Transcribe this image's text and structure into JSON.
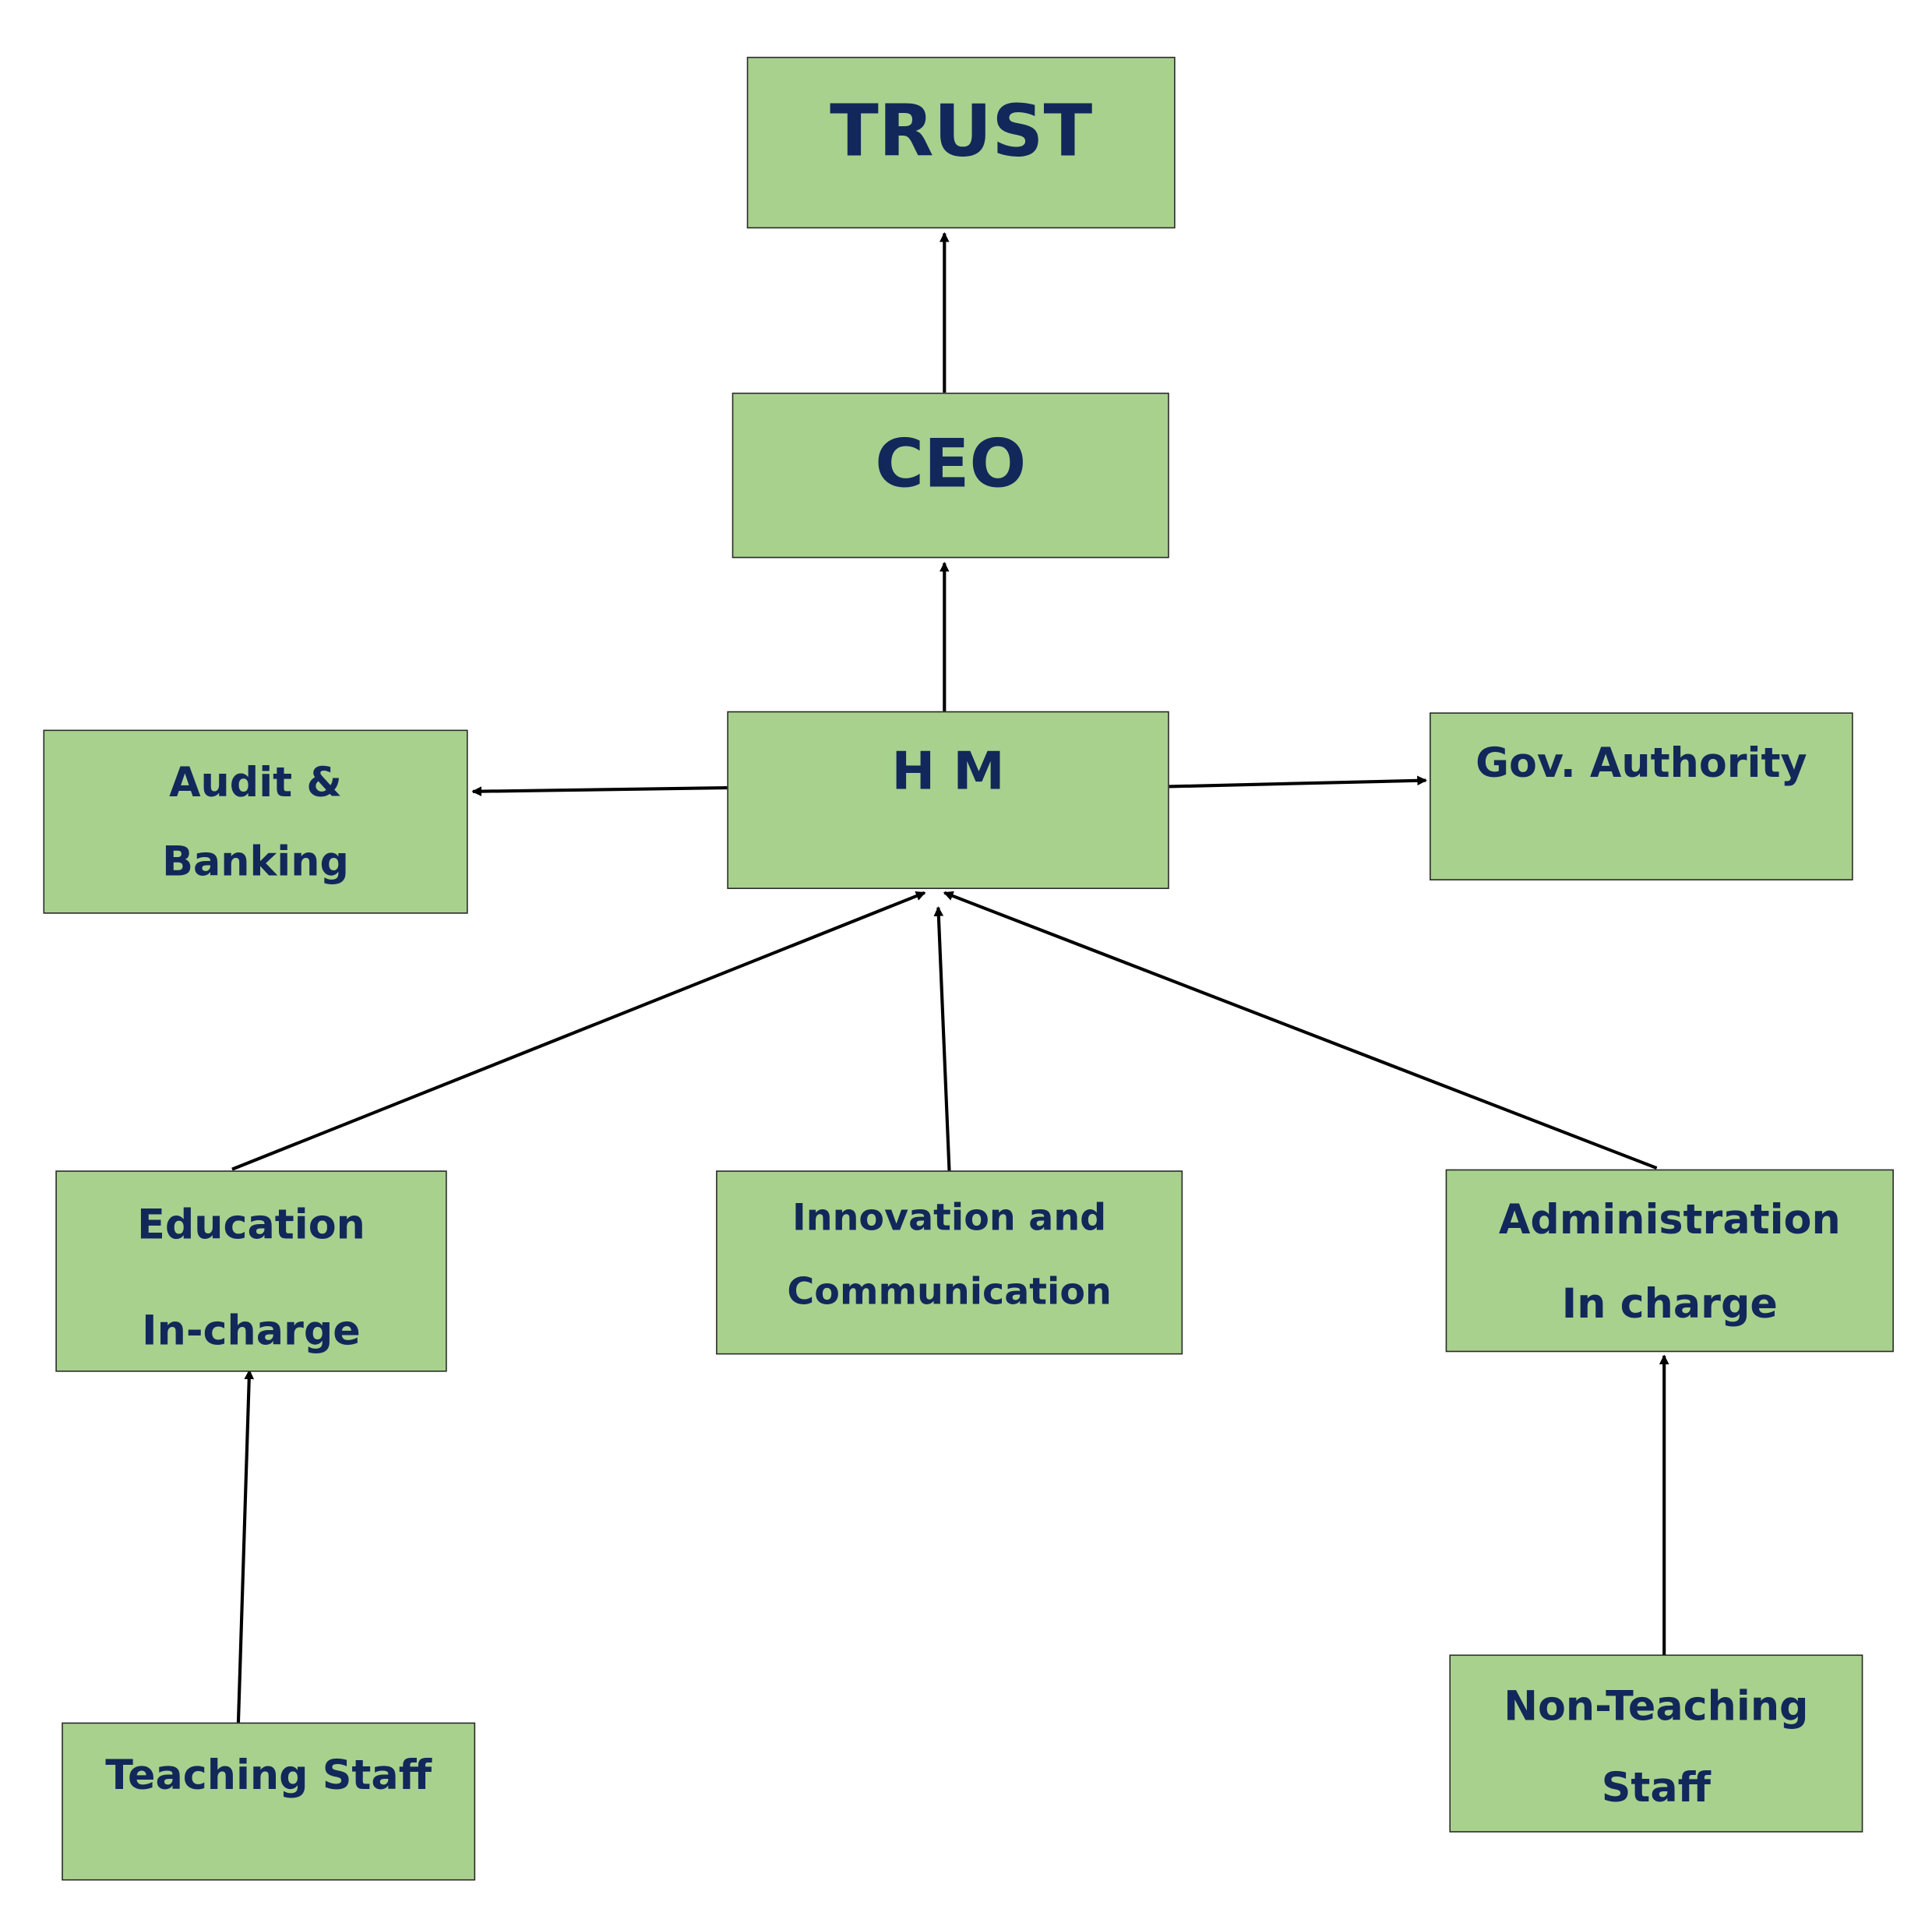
{
  "nodes": {
    "trust": "TRUST",
    "ceo": "CEO",
    "hm": "H M",
    "audit": [
      "Audit &",
      "Banking"
    ],
    "gov": "Gov. Authority",
    "education": [
      "Education",
      "In-charge"
    ],
    "innovation": [
      "Innovation and",
      "Communication"
    ],
    "administration": [
      "Administration",
      "In charge"
    ],
    "teaching": "Teaching Staff",
    "nonteaching": [
      "Non-Teaching",
      "Staff"
    ]
  },
  "colors": {
    "box_fill": "#a9d18e",
    "text": "#12285a",
    "connector": "#000000"
  }
}
